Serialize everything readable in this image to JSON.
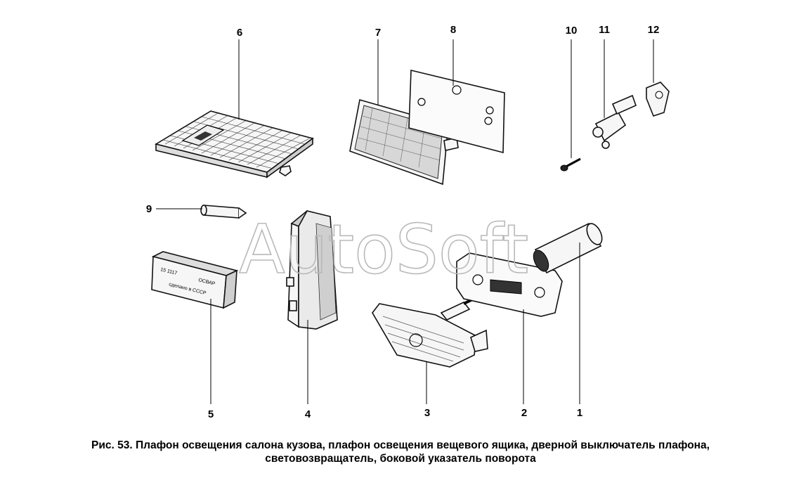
{
  "watermark": "AutoSoft",
  "part_labels": [
    "1",
    "2",
    "3",
    "4",
    "5",
    "6",
    "7",
    "8",
    "9",
    "10",
    "11",
    "12"
  ],
  "lamp_marking": {
    "line1": "15 1117",
    "line2": "ОСВАР",
    "line3": "сделано в СССР"
  },
  "caption": {
    "line1": "Рис. 53. Плафон освещения салона кузова, плафон освещения вещевого ящика, дверной выключатель плафона,",
    "line2": "световозвращатель, боковой указатель поворота"
  }
}
